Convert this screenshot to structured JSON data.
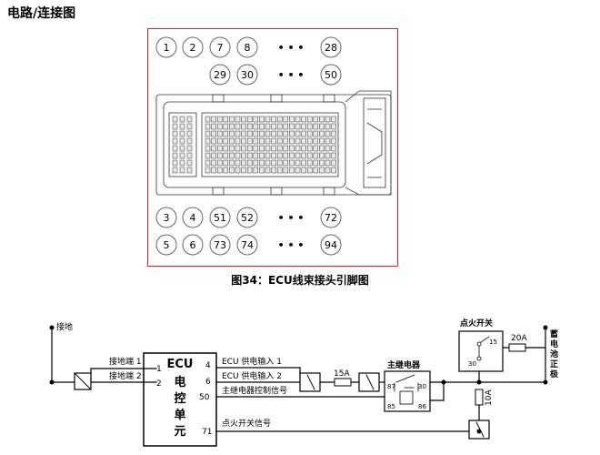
{
  "header": {
    "title": "电路/连接图"
  },
  "pin_grid": {
    "top_row1": [
      "1",
      "2",
      "7",
      "8",
      "28"
    ],
    "top_row2": [
      "29",
      "30",
      "50"
    ],
    "bottom_row1": [
      "3",
      "4",
      "51",
      "52",
      "72"
    ],
    "bottom_row2": [
      "5",
      "6",
      "73",
      "74",
      "94"
    ],
    "ellipsis": "• • •"
  },
  "figure_caption": "图34：ECU线束接头引脚图",
  "circuit": {
    "ground_label": "接地",
    "ecu": {
      "name_top": "ECU",
      "name_chars": [
        "电",
        "控",
        "单",
        "元"
      ],
      "left_pins": [
        {
          "label": "接地端 1",
          "pin": "1"
        },
        {
          "label": "接地端 2",
          "pin": "2"
        }
      ],
      "right_pins": [
        {
          "pin": "4",
          "label": "ECU 供电输入 1"
        },
        {
          "pin": "6",
          "label": "ECU 供电输入 2"
        },
        {
          "pin": "50",
          "label": "主继电器控制信号"
        },
        {
          "pin": "71",
          "label": "点火开关信号"
        }
      ]
    },
    "fuse_main": "15A",
    "fuse_ign": "10A",
    "fuse_batt": "20A",
    "main_relay": {
      "title": "主继电器",
      "pins": [
        "87",
        "30",
        "85",
        "86"
      ]
    },
    "ignition_switch": {
      "title": "点火开关",
      "pins": [
        "15",
        "30"
      ]
    },
    "battery_label_chars": [
      "蓄",
      "电",
      "池",
      "正",
      "极"
    ]
  }
}
